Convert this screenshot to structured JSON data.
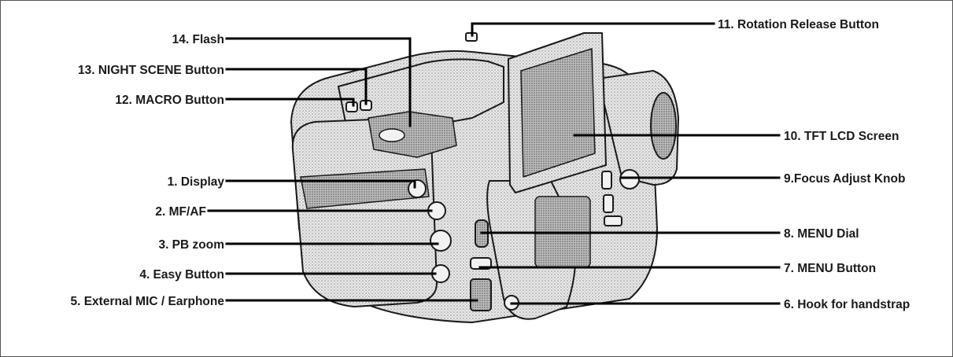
{
  "labels": [
    {
      "id": "flash",
      "text": "14. Flash"
    },
    {
      "id": "night-scene-button",
      "text": "13. NIGHT SCENE Button"
    },
    {
      "id": "macro-button",
      "text": "12. MACRO Button"
    },
    {
      "id": "display",
      "text": "1. Display"
    },
    {
      "id": "mf-af",
      "text": "2. MF/AF"
    },
    {
      "id": "pb-zoom",
      "text": "3. PB zoom"
    },
    {
      "id": "easy-button",
      "text": "4. Easy Button"
    },
    {
      "id": "external-mic",
      "text": "5. External MIC / Earphone"
    },
    {
      "id": "rotation-release-button",
      "text": "11. Rotation Release Button"
    },
    {
      "id": "tft-lcd-screen",
      "text": "10. TFT LCD Screen"
    },
    {
      "id": "focus-adjust-knob",
      "text": "9.Focus Adjust Knob"
    },
    {
      "id": "menu-dial",
      "text": "8. MENU Dial"
    },
    {
      "id": "menu-button",
      "text": "7. MENU Button"
    },
    {
      "id": "hook-for-handstrap",
      "text": "6. Hook for handstrap"
    }
  ],
  "illustration": {
    "subject": "camcorder",
    "body_color": "#e6e6e6",
    "shade_color": "#bdbdbd",
    "outline_color": "#1a1a1a"
  }
}
